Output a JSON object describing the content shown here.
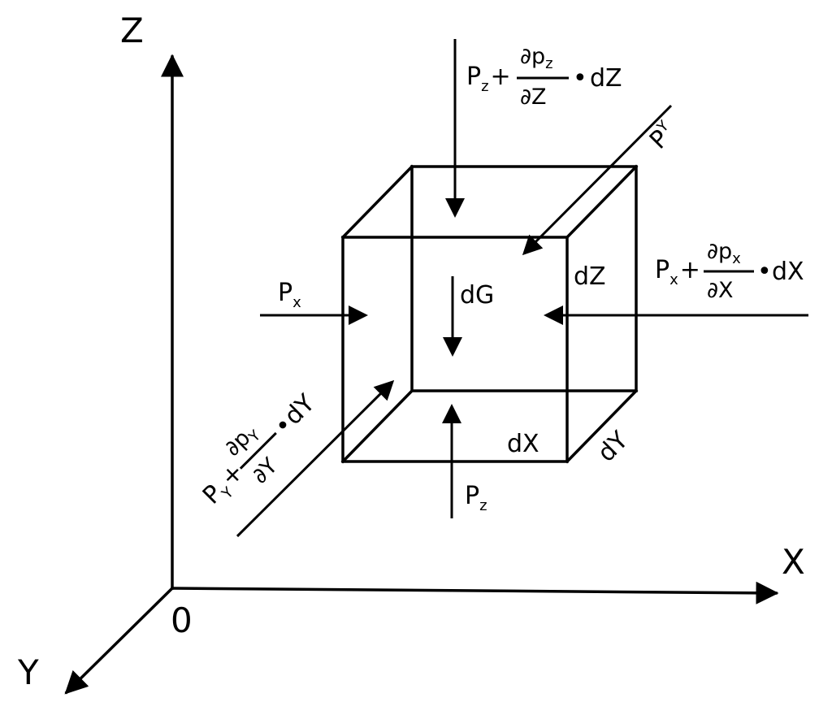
{
  "axes": {
    "z": "Z",
    "x": "X",
    "y": "Y",
    "origin": "0"
  },
  "element": {
    "dz": "dZ",
    "dx": "dX",
    "dy": "dY",
    "dg": "dG"
  },
  "forces": {
    "px": {
      "base": "P",
      "sub": "x"
    },
    "pz": {
      "base": "P",
      "sub": "z"
    },
    "py": {
      "base": "P",
      "sub": "Y"
    },
    "pz_plus": {
      "base": "P",
      "sub": "z",
      "op": "+",
      "num": "∂p",
      "num_sub": "z",
      "den": "∂Z",
      "dot": "•",
      "diff": "dZ"
    },
    "px_plus": {
      "base": "P",
      "sub": "x",
      "op": "+",
      "num": "∂p",
      "num_sub": "x",
      "den": "∂X",
      "dot": "•",
      "diff": "dX"
    },
    "py_plus": {
      "base": "P",
      "sub": "Y",
      "op": "+",
      "num": "∂p",
      "num_sub": "Y",
      "den": "∂Y",
      "dot": "•",
      "diff": "dY"
    }
  }
}
